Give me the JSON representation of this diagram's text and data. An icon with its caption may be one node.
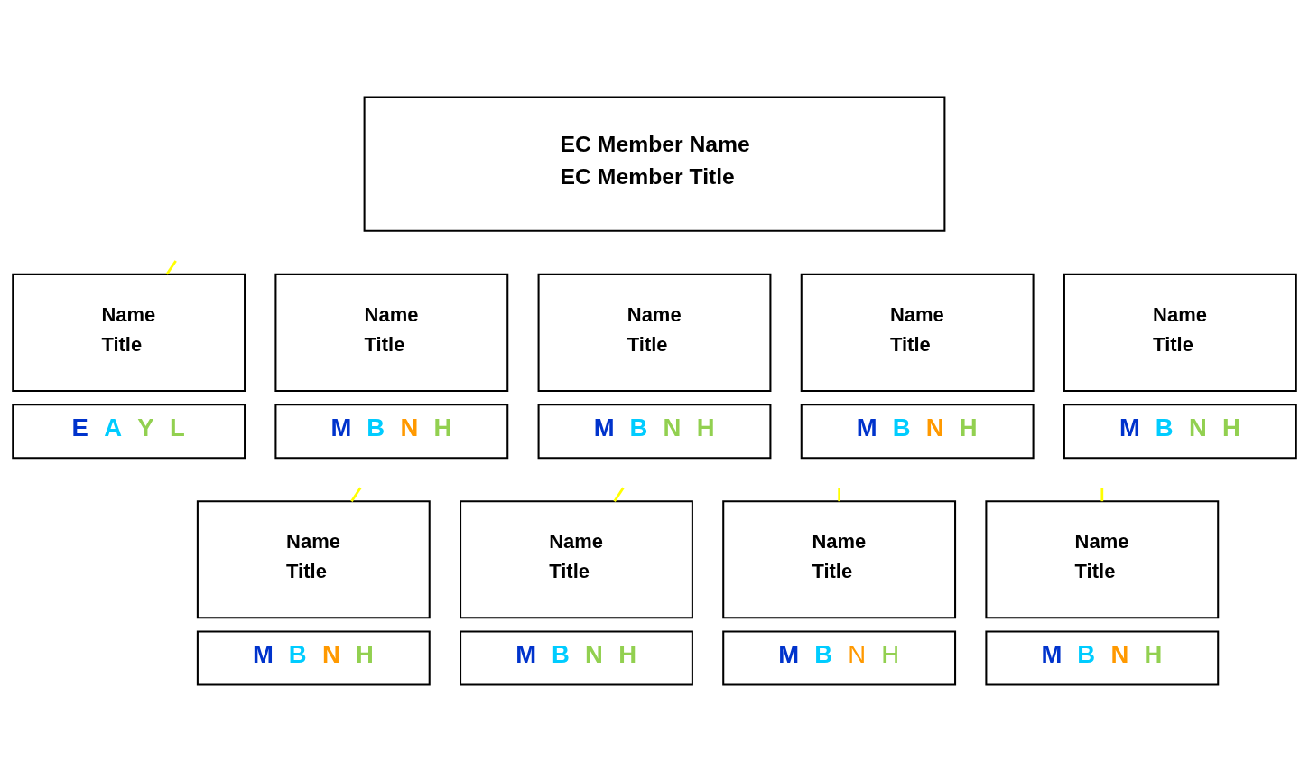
{
  "diagram": {
    "nodes": [
      {
        "text": [
          "EC Member Name",
          "EC Member Title"
        ]
      },
      {
        "text": [
          "Name",
          "Title"
        ]
      },
      {
        "text": [
          "E",
          "A",
          "Y",
          "L"
        ]
      },
      {
        "text": [
          "Name",
          "Title"
        ]
      },
      {
        "text": [
          "M",
          "B",
          "N",
          "H"
        ]
      },
      {
        "text": [
          "Name",
          "Title"
        ]
      },
      {
        "text": [
          "M",
          "B",
          "N",
          "H"
        ]
      },
      {
        "text": [
          "Name",
          "Title"
        ]
      },
      {
        "text": [
          "M",
          "B",
          "N",
          "H"
        ]
      },
      {
        "text": [
          "Name",
          "Title"
        ]
      },
      {
        "text": [
          "M",
          "B",
          "N",
          "H"
        ]
      },
      {
        "text": [
          "Name",
          "Title"
        ]
      },
      {
        "text": [
          "M",
          "B",
          "N",
          "H"
        ]
      },
      {
        "text": [
          "Name",
          "Title"
        ]
      },
      {
        "text": [
          "M",
          "B",
          "N",
          "H"
        ]
      },
      {
        "text": [
          "Name",
          "Title"
        ]
      },
      {
        "text": [
          "M",
          "B",
          "N",
          "H"
        ]
      },
      {
        "text": [
          "Name",
          "Title"
        ]
      },
      {
        "text": [
          "M",
          "B",
          "N",
          "H"
        ]
      }
    ],
    "edges": [
      {
        "from": null,
        "to": 1,
        "arrow": "none",
        "color": "#ffff00"
      },
      {
        "from": null,
        "to": 11,
        "arrow": "none",
        "color": "#ffff00"
      },
      {
        "from": null,
        "to": 13,
        "arrow": "none",
        "color": "#ffff00"
      },
      {
        "from": null,
        "to": 15,
        "arrow": "none",
        "color": "#ffff00"
      },
      {
        "from": null,
        "to": 17,
        "arrow": "none",
        "color": "#ffff00"
      }
    ]
  }
}
